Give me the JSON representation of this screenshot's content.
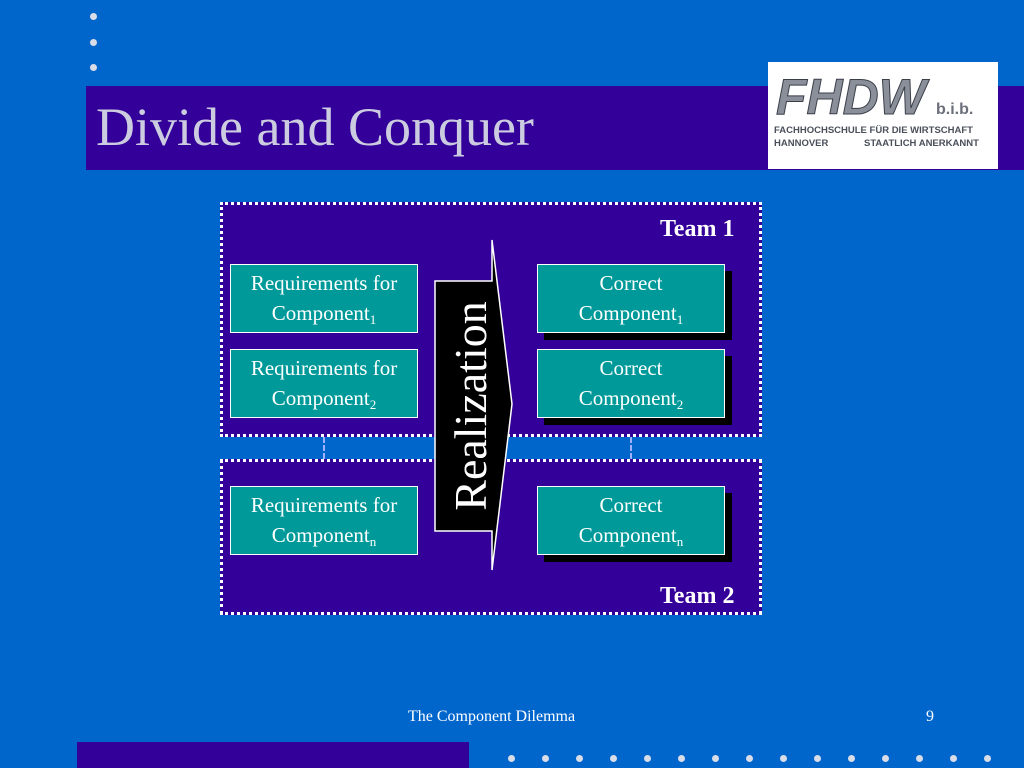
{
  "slide": {
    "title": "Divide and Conquer",
    "footer": "The Component Dilemma",
    "page_number": "9"
  },
  "logo": {
    "brand": "FHDW",
    "suffix": "b.i.b.",
    "line1": "FACHHOCHSCHULE FÜR DIE WIRTSCHAFT",
    "line2_left": "HANNOVER",
    "line2_right": "STAATLICH ANERKANNT"
  },
  "diagram": {
    "team1_label": "Team 1",
    "team2_label": "Team 2",
    "realization_label": "Realization",
    "requirements": [
      {
        "text": "Requirements for",
        "base": "Component",
        "sub": "1"
      },
      {
        "text": "Requirements for",
        "base": "Component",
        "sub": "2"
      },
      {
        "text": "Requirements for",
        "base": "Component",
        "sub": "n"
      }
    ],
    "components": [
      {
        "text": "Correct",
        "base": "Component",
        "sub": "1"
      },
      {
        "text": "Correct",
        "base": "Component",
        "sub": "2"
      },
      {
        "text": "Correct",
        "base": "Component",
        "sub": "n"
      }
    ]
  },
  "colors": {
    "background": "#0066cc",
    "band": "#330099",
    "box": "#009999"
  }
}
